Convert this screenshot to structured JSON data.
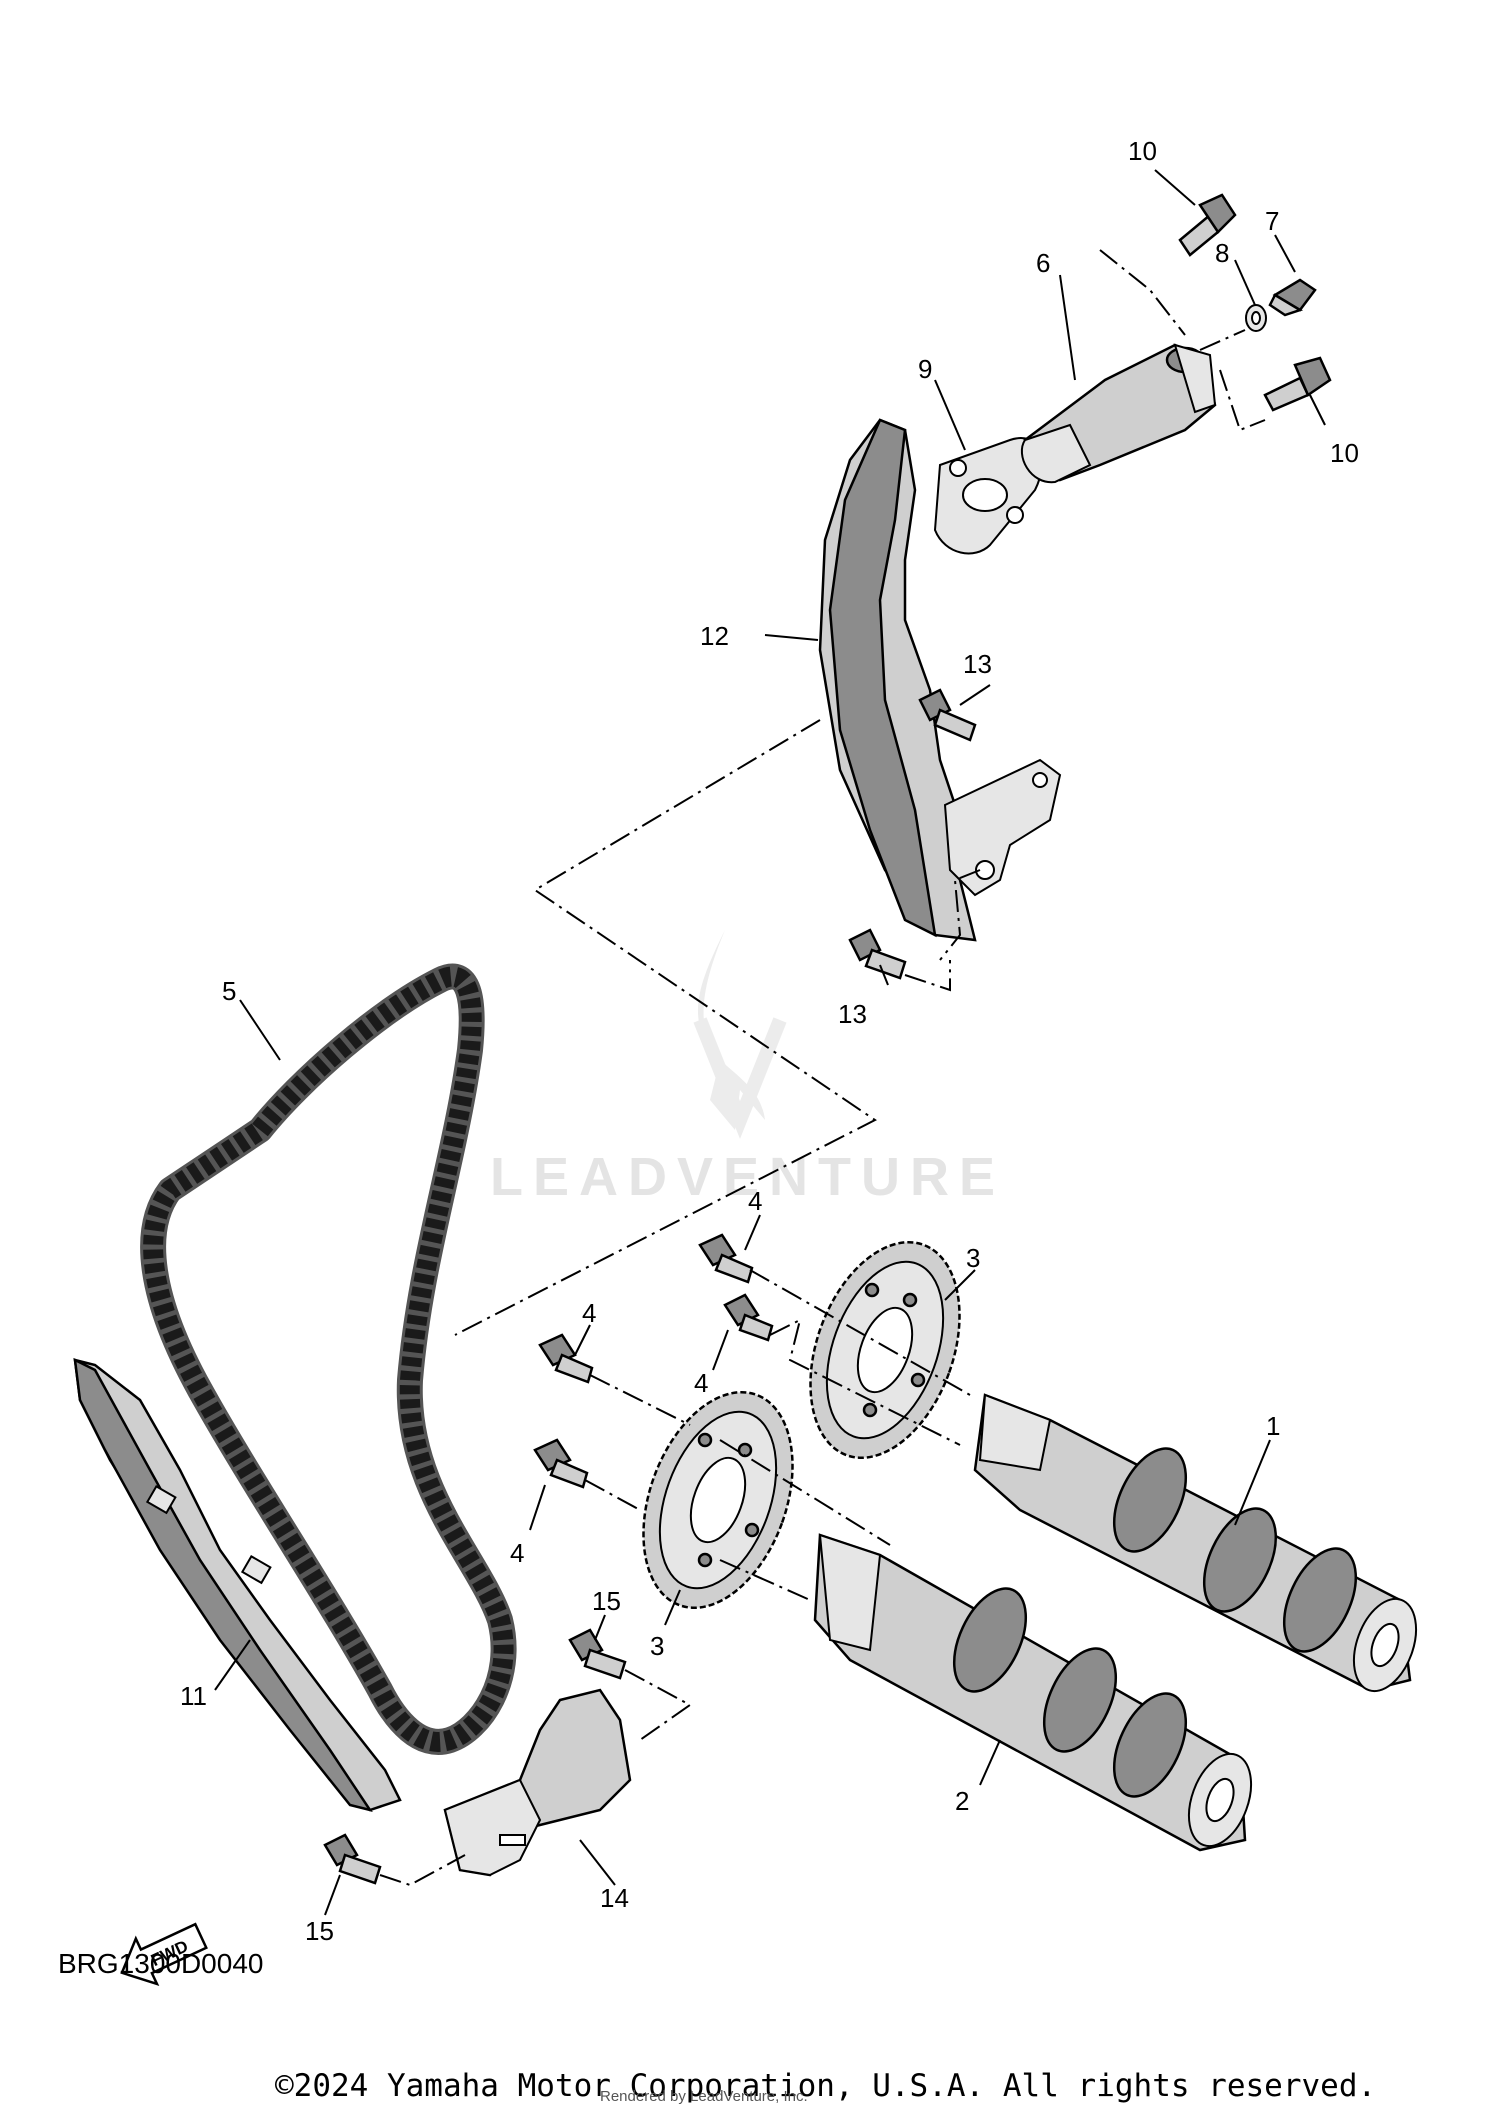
{
  "diagram": {
    "code": "BRG1300D0040",
    "copyright": "©2024 Yamaha Motor Corporation, U.S.A. All rights reserved.",
    "render_credit": "Rendered by LeadVenture, Inc.",
    "watermark": "LEADVENTURE",
    "fwd_label": "FWD"
  },
  "callouts": {
    "c1": "1",
    "c2": "2",
    "c3a": "3",
    "c3b": "3",
    "c4a": "4",
    "c4b": "4",
    "c4c": "4",
    "c4d": "4",
    "c5": "5",
    "c6": "6",
    "c7": "7",
    "c8": "8",
    "c9": "9",
    "c10a": "10",
    "c10b": "10",
    "c11": "11",
    "c12": "12",
    "c13a": "13",
    "c13b": "13",
    "c14": "14",
    "c15a": "15",
    "c15b": "15"
  }
}
